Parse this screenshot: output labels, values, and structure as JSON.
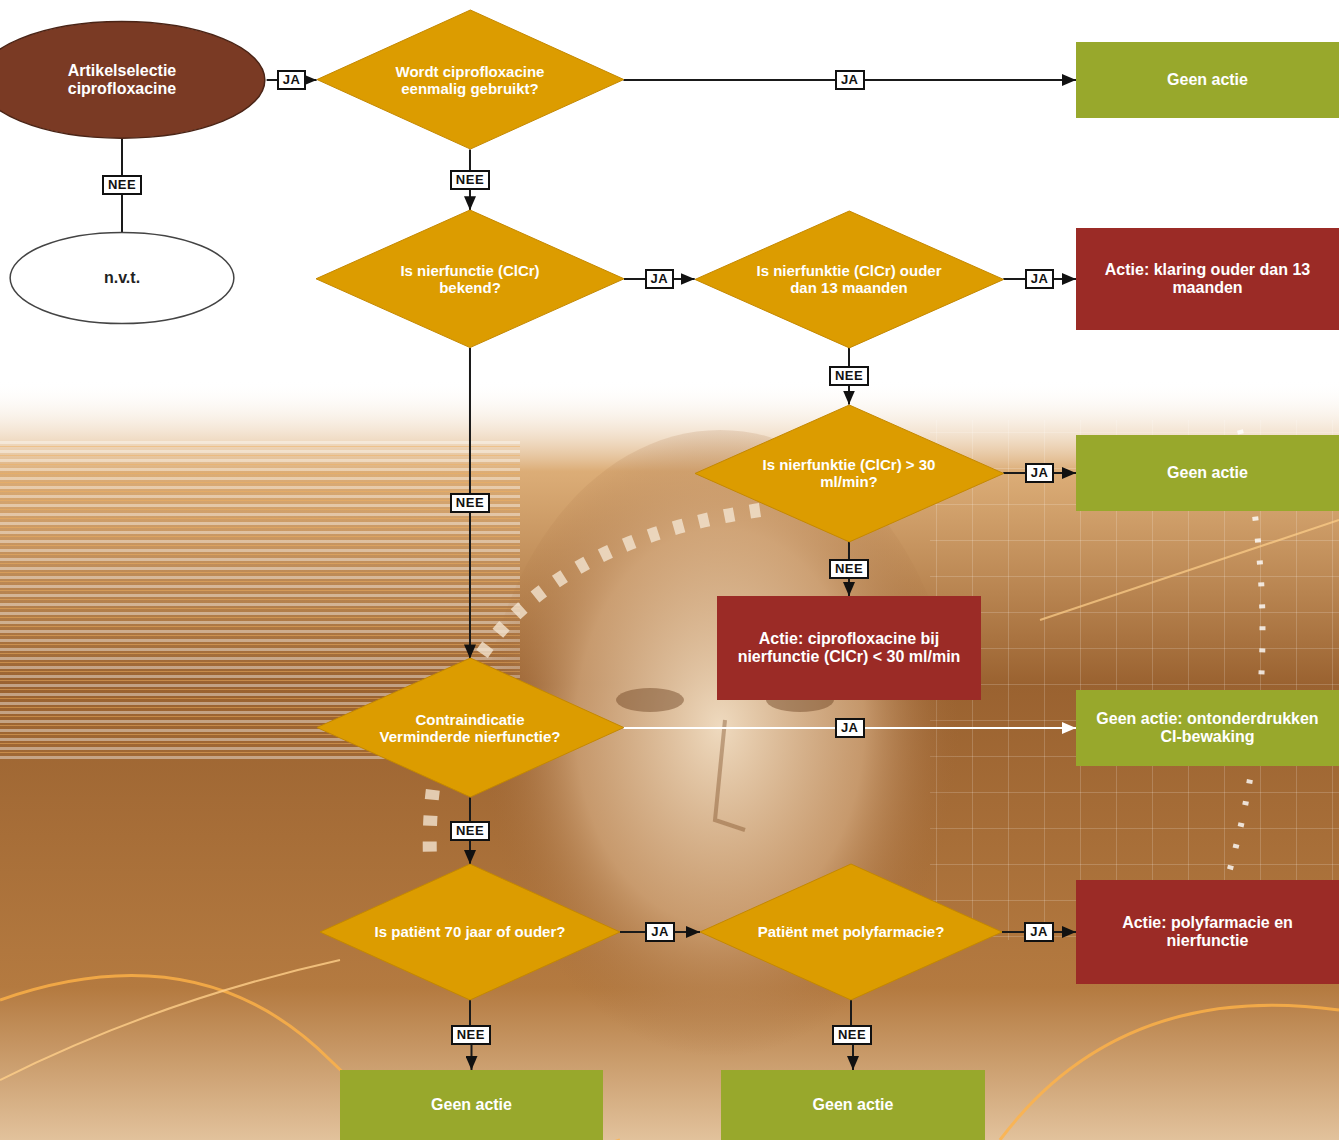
{
  "diagram": {
    "nodes": [
      {
        "text": [
          "Artikelselectie ciprofloxacine"
        ]
      },
      {
        "text": [
          "Wordt ciprofloxacine eenmalig gebruikt?"
        ]
      },
      {
        "text": [
          "Geen actie"
        ]
      },
      {
        "text": [
          "n.v.t."
        ]
      },
      {
        "text": [
          "Is nierfunctie (ClCr) bekend?"
        ]
      },
      {
        "text": [
          "Is nierfunktie (ClCr) ouder dan 13 maanden"
        ]
      },
      {
        "text": [
          "Actie: klaring ouder dan 13 maanden"
        ]
      },
      {
        "text": [
          "Is nierfunktie (ClCr) > 30 ml/min?"
        ]
      },
      {
        "text": [
          "Geen actie"
        ]
      },
      {
        "text": [
          "Actie: ciprofloxacine bij nierfunctie (ClCr) < 30 ml/min"
        ]
      },
      {
        "text": [
          "Contraindicatie Verminderde nierfunctie?"
        ]
      },
      {
        "text": [
          "Geen actie: ontonderdrukken CI-bewaking"
        ]
      },
      {
        "text": [
          "Is patiënt 70 jaar of ouder?"
        ]
      },
      {
        "text": [
          "Patiënt met polyfarmacie?"
        ]
      },
      {
        "text": [
          "Actie: polyfarmacie en nierfunctie"
        ]
      },
      {
        "text": [
          "Geen actie"
        ]
      },
      {
        "text": [
          "Geen actie"
        ]
      }
    ],
    "edges": [
      {
        "from": 0,
        "to": 1,
        "arrow": "to",
        "label": "JA"
      },
      {
        "from": 0,
        "to": 3,
        "arrow": "none",
        "label": "NEE"
      },
      {
        "from": 1,
        "to": 2,
        "arrow": "to",
        "label": "JA"
      },
      {
        "from": 1,
        "to": 4,
        "arrow": "to",
        "label": "NEE"
      },
      {
        "from": 4,
        "to": 5,
        "arrow": "to",
        "label": "JA"
      },
      {
        "from": 5,
        "to": 6,
        "arrow": "to",
        "label": "JA"
      },
      {
        "from": 5,
        "to": 7,
        "arrow": "to",
        "label": "NEE"
      },
      {
        "from": 7,
        "to": 8,
        "arrow": "to",
        "label": "JA"
      },
      {
        "from": 7,
        "to": 9,
        "arrow": "to",
        "label": "NEE"
      },
      {
        "from": 4,
        "to": 10,
        "arrow": "to",
        "label": "NEE"
      },
      {
        "from": 10,
        "to": 11,
        "arrow": "to",
        "label": "JA"
      },
      {
        "from": 10,
        "to": 12,
        "arrow": "to",
        "label": "NEE"
      },
      {
        "from": 12,
        "to": 13,
        "arrow": "to",
        "label": "JA"
      },
      {
        "from": 12,
        "to": 15,
        "arrow": "to",
        "label": "NEE"
      },
      {
        "from": 13,
        "to": 14,
        "arrow": "to",
        "label": "JA"
      },
      {
        "from": 13,
        "to": 16,
        "arrow": "to",
        "label": "NEE"
      }
    ]
  }
}
